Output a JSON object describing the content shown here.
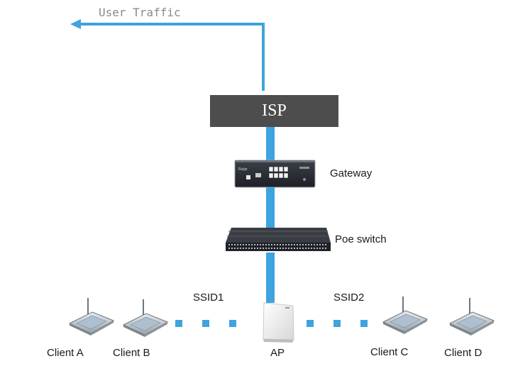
{
  "traffic_label": "User Traffic",
  "isp_label": "ISP",
  "gateway_label": "Gateway",
  "switch_label": "Poe switch",
  "ssid1_label": "SSID1",
  "ssid2_label": "SSID2",
  "ap_label": "AP",
  "gateway_brand": "Ruijie",
  "clients": [
    {
      "label": "Client A"
    },
    {
      "label": "Client B"
    },
    {
      "label": "Client C"
    },
    {
      "label": "Client D"
    }
  ],
  "colors": {
    "link": "#3ea3df",
    "isp_box": "#4d4d4d",
    "device_dark": "#2a2d33",
    "text": "#1a1a1a",
    "traffic_text": "#8a8a8a"
  }
}
